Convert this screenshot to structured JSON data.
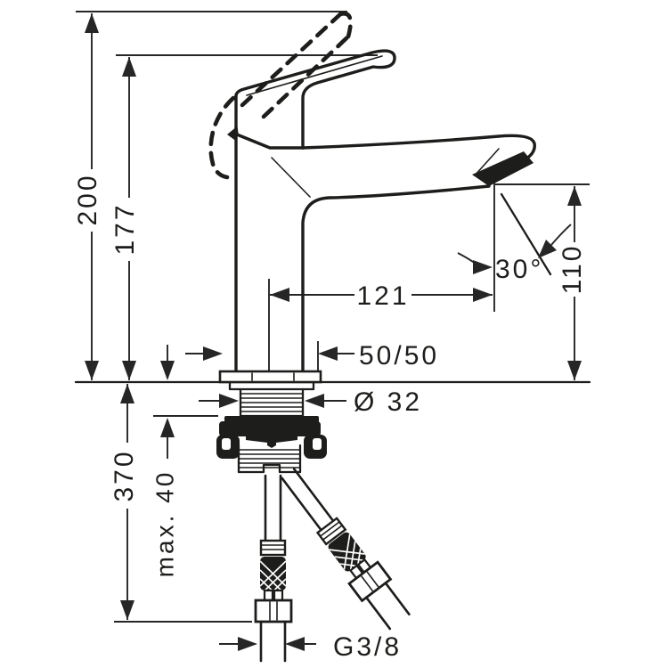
{
  "diagram": {
    "background": "#ffffff",
    "ink": "#1d1d1b",
    "dims": {
      "h200": "200",
      "h177": "177",
      "h370": "370",
      "max40": "max. 40",
      "reach121": "121",
      "split5050": "50/50",
      "dia32": "Ø 32",
      "h110": "110",
      "angle30": "30°",
      "thread": "G3/8"
    }
  }
}
